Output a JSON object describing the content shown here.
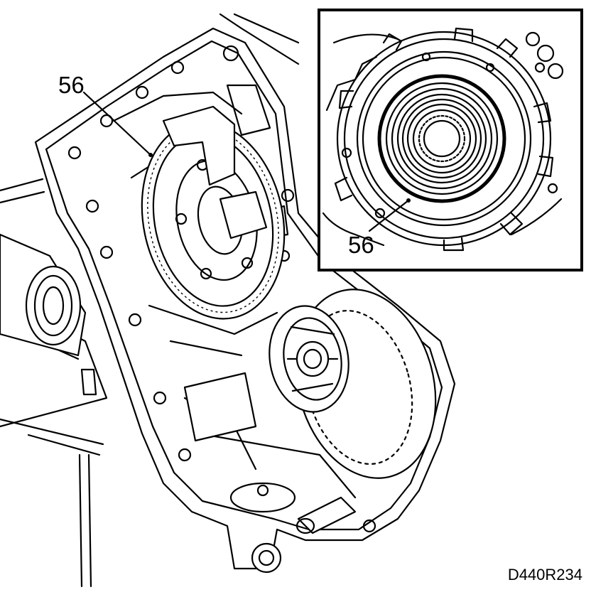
{
  "main_view": {
    "callout_label": "56"
  },
  "inset_view": {
    "callout_label": "56"
  },
  "figure_ref": "D440R234"
}
